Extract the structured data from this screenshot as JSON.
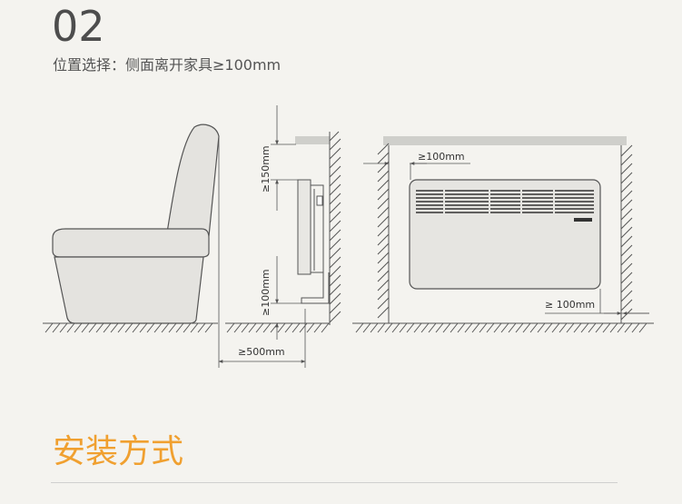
{
  "header": {
    "step_number": "02",
    "subtitle": "位置选择：侧面离开家具≥100mm"
  },
  "diagram": {
    "labels": {
      "side_top_gap": "≥150mm",
      "side_bottom_gap": "≥100mm",
      "furniture_gap": "≥500mm",
      "front_top_gap": "≥100mm",
      "front_side_gap": "≥ 100mm"
    }
  },
  "section": {
    "title": "安装方式"
  },
  "colors": {
    "line": "#555555",
    "fill": "#e4e3df",
    "ceiling": "#cfcfcb",
    "accent": "#f0a030"
  }
}
